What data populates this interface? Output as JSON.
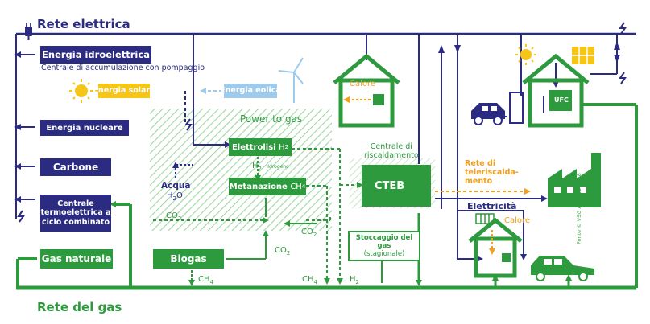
{
  "colors": {
    "navy": "#2b2b82",
    "green": "#2e9a3e",
    "orange": "#f0a01e",
    "yellow": "#f5c518",
    "lightblue": "#9ecbec",
    "hatch": "#8ccf8e"
  },
  "titles": {
    "electric_grid": "Rete elettrica",
    "gas_grid": "Rete del gas"
  },
  "sources": {
    "hydro": "Energia idroelettrica",
    "hydro_sub": "Centrale di accumulazione con pompaggio",
    "nuclear": "Energia nucleare",
    "coal": "Carbone",
    "combined_l1": "Centrale",
    "combined_l2": "termoelettrica a",
    "combined_l3": "ciclo combinato",
    "natural_gas": "Gas naturale",
    "solar": "Energia solare",
    "wind": "Energia eolica"
  },
  "p2g": {
    "title": "Power to gas",
    "electrolysis": "Elettrolisi",
    "electrolysis_sub": "H",
    "hydrogen_sym": "H",
    "hydrogen_word": "Idrogeno",
    "methanation": "Metanazione",
    "methanation_sub": "CH",
    "water": "Acqua",
    "water_formula": "H",
    "co2_left": "CO",
    "co2_right": "CO",
    "co2_biogas": "CO"
  },
  "biogas": {
    "label": "Biogas",
    "ch4": "CH"
  },
  "heating": {
    "caption_l1": "Centrale di",
    "caption_l2": "riscaldamento",
    "cteb": "CTEB",
    "storage_l1": "Stoccaggio del gas",
    "storage_l2": "(stagionale)",
    "ch4": "CH",
    "h2": "H"
  },
  "district": {
    "l1": "Rete di",
    "l2": "teleriscalda-",
    "l3": "mento"
  },
  "electricity": "Elettricità",
  "heat": {
    "house": "Calore",
    "bottom_house": "Calore"
  },
  "ufc": "UFC",
  "source_note": "Fonte © VSG ASIG 12 2018",
  "icons": {
    "plug": "plug-icon",
    "sun": "sun-icon",
    "wind": "wind-turbine-icon",
    "lightning": "lightning-icon",
    "factory": "factory-icon",
    "car": "car-icon",
    "house": "house-icon",
    "solar_panel": "solar-panel-icon",
    "radiator": "radiator-icon"
  }
}
